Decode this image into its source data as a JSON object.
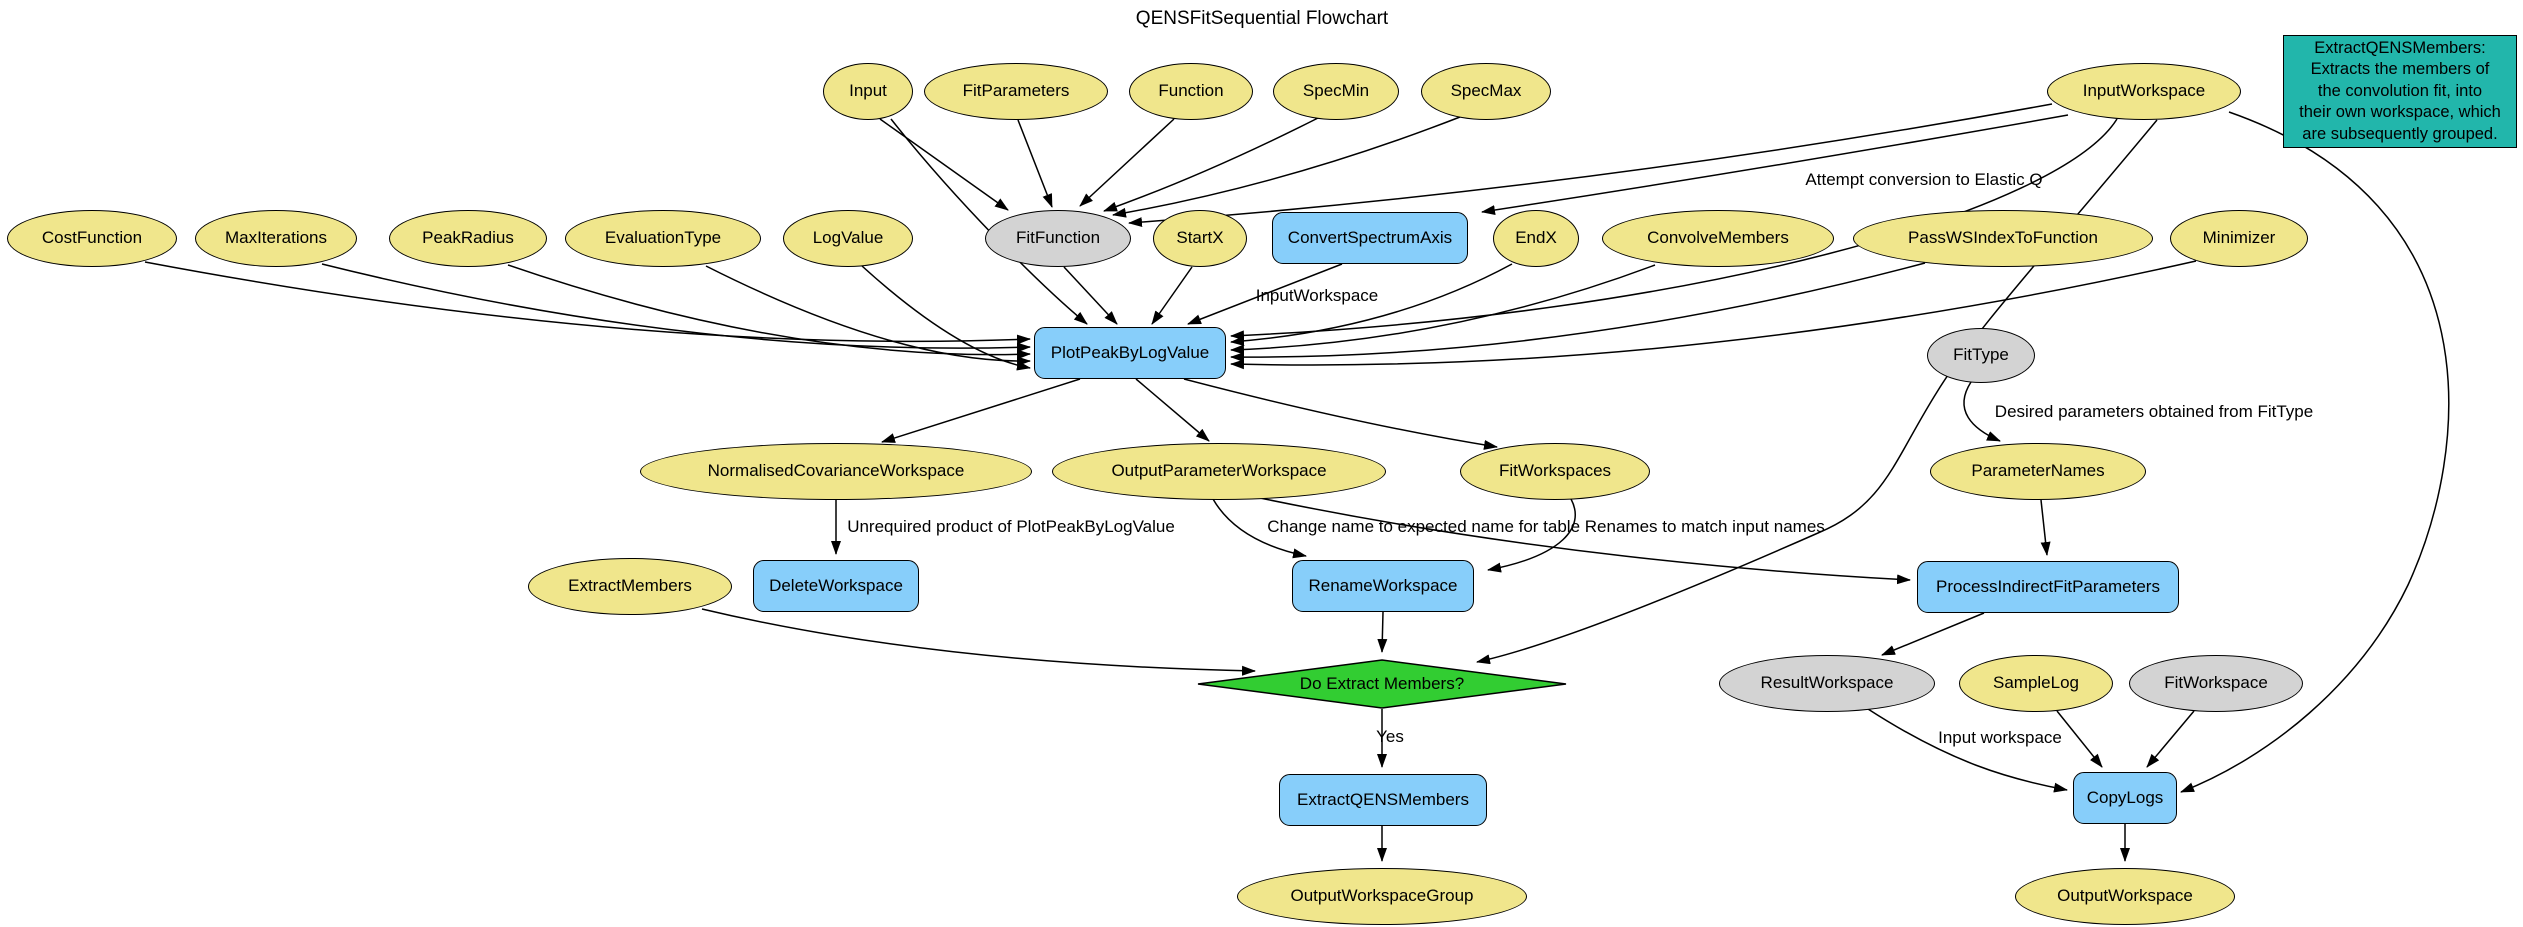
{
  "title": "QENSFitSequential Flowchart",
  "colors": {
    "parameter": "#F0E68C",
    "algorithm": "#87CEFA",
    "intermediate": "#D3D3D3",
    "decision": "#32CD32",
    "note": "#22B6AB",
    "edge": "#000000",
    "background": "#FFFFFF"
  },
  "note": {
    "text": "ExtractQENSMembers:\nExtracts the members of\nthe convolution fit, into\ntheir own workspace, which\nare subsequently grouped."
  },
  "nodes": [
    {
      "id": "input",
      "label": "Input",
      "shape": "ellipse",
      "role": "parameter"
    },
    {
      "id": "fitparameters",
      "label": "FitParameters",
      "shape": "ellipse",
      "role": "parameter"
    },
    {
      "id": "function",
      "label": "Function",
      "shape": "ellipse",
      "role": "parameter"
    },
    {
      "id": "specmin",
      "label": "SpecMin",
      "shape": "ellipse",
      "role": "parameter"
    },
    {
      "id": "specmax",
      "label": "SpecMax",
      "shape": "ellipse",
      "role": "parameter"
    },
    {
      "id": "inputworkspace",
      "label": "InputWorkspace",
      "shape": "ellipse",
      "role": "parameter"
    },
    {
      "id": "costfunction",
      "label": "CostFunction",
      "shape": "ellipse",
      "role": "parameter"
    },
    {
      "id": "maxiterations",
      "label": "MaxIterations",
      "shape": "ellipse",
      "role": "parameter"
    },
    {
      "id": "peakradius",
      "label": "PeakRadius",
      "shape": "ellipse",
      "role": "parameter"
    },
    {
      "id": "evaluationtype",
      "label": "EvaluationType",
      "shape": "ellipse",
      "role": "parameter"
    },
    {
      "id": "logvalue",
      "label": "LogValue",
      "shape": "ellipse",
      "role": "parameter"
    },
    {
      "id": "fitfunction",
      "label": "FitFunction",
      "shape": "ellipse",
      "role": "intermediate"
    },
    {
      "id": "startx",
      "label": "StartX",
      "shape": "ellipse",
      "role": "parameter"
    },
    {
      "id": "convertspectrumaxis",
      "label": "ConvertSpectrumAxis",
      "shape": "rect",
      "role": "algorithm"
    },
    {
      "id": "endx",
      "label": "EndX",
      "shape": "ellipse",
      "role": "parameter"
    },
    {
      "id": "convolvemembers",
      "label": "ConvolveMembers",
      "shape": "ellipse",
      "role": "parameter"
    },
    {
      "id": "passwsindextofunction",
      "label": "PassWSIndexToFunction",
      "shape": "ellipse",
      "role": "parameter"
    },
    {
      "id": "minimizer",
      "label": "Minimizer",
      "shape": "ellipse",
      "role": "parameter"
    },
    {
      "id": "plotpeakbylogvalue",
      "label": "PlotPeakByLogValue",
      "shape": "rect",
      "role": "algorithm"
    },
    {
      "id": "normalisedcovarianceworkspace",
      "label": "NormalisedCovarianceWorkspace",
      "shape": "ellipse",
      "role": "parameter"
    },
    {
      "id": "outputparameterworkspace",
      "label": "OutputParameterWorkspace",
      "shape": "ellipse",
      "role": "parameter"
    },
    {
      "id": "fitworkspaces",
      "label": "FitWorkspaces",
      "shape": "ellipse",
      "role": "parameter"
    },
    {
      "id": "extractmembers",
      "label": "ExtractMembers",
      "shape": "ellipse",
      "role": "parameter"
    },
    {
      "id": "deleteworkspace",
      "label": "DeleteWorkspace",
      "shape": "rect",
      "role": "algorithm"
    },
    {
      "id": "renameworkspace",
      "label": "RenameWorkspace",
      "shape": "rect",
      "role": "algorithm"
    },
    {
      "id": "fittype",
      "label": "FitType",
      "shape": "ellipse",
      "role": "intermediate"
    },
    {
      "id": "parameternames",
      "label": "ParameterNames",
      "shape": "ellipse",
      "role": "parameter"
    },
    {
      "id": "processindirectfitparameters",
      "label": "ProcessIndirectFitParameters",
      "shape": "rect",
      "role": "algorithm"
    },
    {
      "id": "doextractmembers",
      "label": "Do Extract Members?",
      "shape": "diamond",
      "role": "decision"
    },
    {
      "id": "extractqensmembers",
      "label": "ExtractQENSMembers",
      "shape": "rect",
      "role": "algorithm"
    },
    {
      "id": "outputworkspacegroup",
      "label": "OutputWorkspaceGroup",
      "shape": "ellipse",
      "role": "parameter"
    },
    {
      "id": "resultworkspace",
      "label": "ResultWorkspace",
      "shape": "ellipse",
      "role": "intermediate"
    },
    {
      "id": "samplelog",
      "label": "SampleLog",
      "shape": "ellipse",
      "role": "parameter"
    },
    {
      "id": "fitworkspace",
      "label": "FitWorkspace",
      "shape": "ellipse",
      "role": "intermediate"
    },
    {
      "id": "copylogs",
      "label": "CopyLogs",
      "shape": "rect",
      "role": "algorithm"
    },
    {
      "id": "outputworkspace",
      "label": "OutputWorkspace",
      "shape": "ellipse",
      "role": "parameter"
    }
  ],
  "edge_labels": [
    {
      "id": "attempt-conversion",
      "text": "Attempt conversion to Elastic Q"
    },
    {
      "id": "inputworkspace-edge",
      "text": "InputWorkspace"
    },
    {
      "id": "unrequired-product",
      "text": "Unrequired product of PlotPeakByLogValue"
    },
    {
      "id": "change-name",
      "text": "Change name to expected name for table Renames to match input names"
    },
    {
      "id": "desired-parameters",
      "text": "Desired parameters obtained from FitType"
    },
    {
      "id": "input-workspace-copylogs",
      "text": "Input workspace"
    },
    {
      "id": "yes",
      "text": "Yes"
    }
  ]
}
